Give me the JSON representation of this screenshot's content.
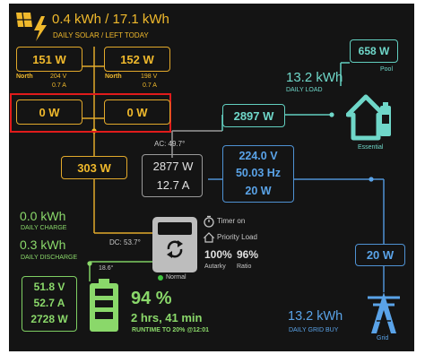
{
  "solar": {
    "energy": "0.4 kWh / 17.1 kWh",
    "caption": "DAILY SOLAR / LEFT TODAY",
    "pv1": {
      "power": "151 W",
      "name": "North",
      "volts": "204 V",
      "amps": "0.7 A"
    },
    "pv2": {
      "power": "152 W",
      "name": "North",
      "volts": "198 V",
      "amps": "0.7 A"
    },
    "pv3": {
      "power": "0 W"
    },
    "pv4": {
      "power": "0 W"
    },
    "total": "303 W"
  },
  "load": {
    "daily": "13.2 kWh",
    "daily_caption": "DAILY LOAD",
    "essential_power": "2897 W",
    "essential_label": "Essential",
    "pool_power": "658 W",
    "pool_label": "Pool"
  },
  "inverter": {
    "ac_temp": "AC: 49.7°",
    "dc_temp": "DC: 53.7°",
    "output_power": "2877 W",
    "output_current": "12.7 A",
    "status": "Normal",
    "timer": "Timer on",
    "priority": "Priority Load",
    "autarky_value": "100%",
    "autarky_label": "Autarky",
    "ratio_value": "96%",
    "ratio_label": "Ratio"
  },
  "grid": {
    "voltage": "224.0 V",
    "frequency": "50.03 Hz",
    "power_main": "20 W",
    "power_side": "20 W",
    "daily_buy": "13.2 kWh",
    "daily_buy_caption": "DAILY GRID BUY",
    "icon_label": "Grid"
  },
  "battery": {
    "daily_charge": "0.0 kWh",
    "daily_charge_caption": "DAILY CHARGE",
    "daily_discharge": "0.3 kWh",
    "daily_discharge_caption": "DAILY DISCHARGE",
    "temp": "18.6°",
    "voltage": "51.8 V",
    "current": "52.7 A",
    "power": "2728 W",
    "soc": "94 %",
    "remaining": "2 hrs, 41 min",
    "runtime": "RUNTIME TO 20% @12:01"
  },
  "colors": {
    "solar": "#f0b92c",
    "battery": "#8ad86a",
    "grid": "#5aa3e8",
    "load": "#6fd7c9",
    "inverter": "#9a9a9a",
    "highlight": "#e01b1b",
    "background": "#141414"
  }
}
